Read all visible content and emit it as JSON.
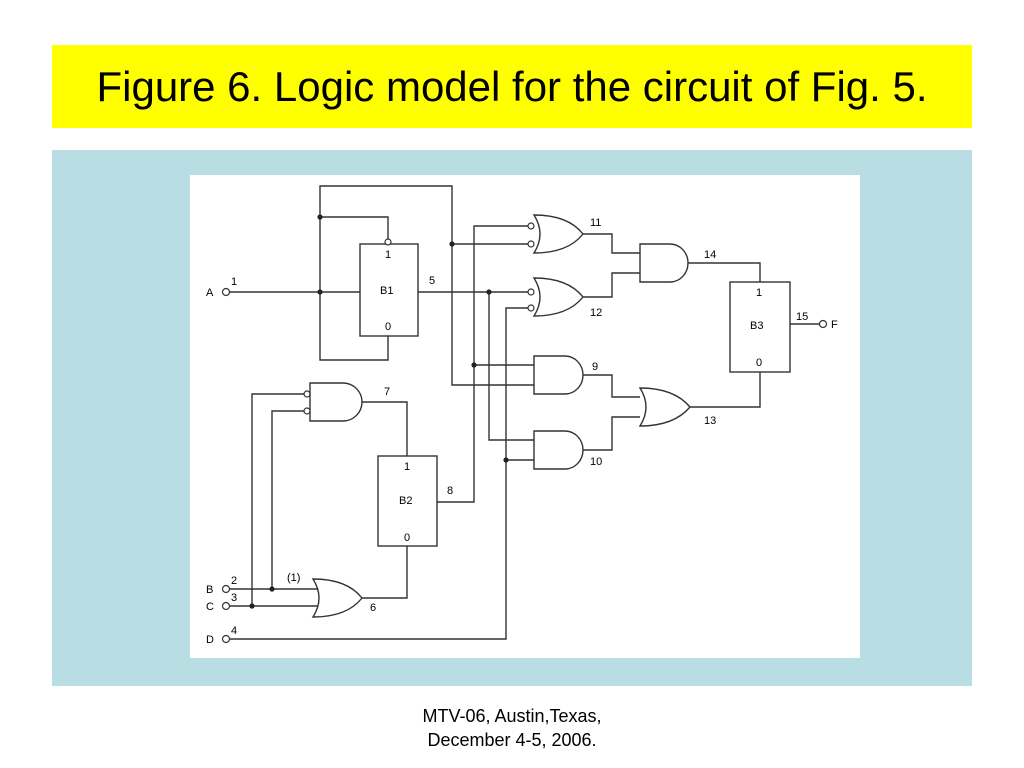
{
  "slide": {
    "title": "Figure 6. Logic model for the circuit of Fig. 5.",
    "footer_line1": "MTV-06, Austin,Texas,",
    "footer_line2": "December 4-5, 2006."
  },
  "diagram": {
    "inputs": {
      "a": {
        "name": "A",
        "num": "1"
      },
      "b": {
        "name": "B",
        "num": "2"
      },
      "c": {
        "name": "C",
        "num": "3"
      },
      "d": {
        "name": "D",
        "num": "4"
      }
    },
    "output": {
      "name": "F",
      "num": "15"
    },
    "blocks": {
      "b1": {
        "label": "B1",
        "top": "1",
        "bottom": "0"
      },
      "b2": {
        "label": "B2",
        "top": "1",
        "bottom": "0"
      },
      "b3": {
        "label": "B3",
        "top": "1",
        "bottom": "0"
      }
    },
    "net_labels": {
      "n5": "5",
      "n6": "6",
      "n7": "7",
      "n8": "8",
      "n9": "9",
      "n10": "10",
      "n11": "11",
      "n12": "12",
      "n13": "13",
      "n14": "14",
      "n1paren": "(1)"
    }
  }
}
